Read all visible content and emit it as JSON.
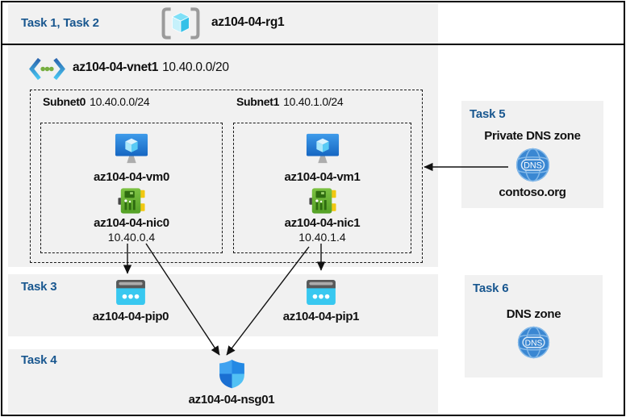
{
  "banner": {
    "tasks_label": "Task 1, Task 2",
    "resource_group_name": "az104-04-rg1"
  },
  "vnet": {
    "name": "az104-04-vnet1",
    "cidr": "10.40.0.0/20",
    "subnets": [
      {
        "name": "Subnet0",
        "cidr": "10.40.0.0/24",
        "vm_name": "az104-04-vm0",
        "nic_name": "az104-04-nic0",
        "nic_ip": "10.40.0.4"
      },
      {
        "name": "Subnet1",
        "cidr": "10.40.1.0/24",
        "vm_name": "az104-04-vm1",
        "nic_name": "az104-04-nic1",
        "nic_ip": "10.40.1.4"
      }
    ]
  },
  "task3": {
    "label": "Task 3",
    "pip0": "az104-04-pip0",
    "pip1": "az104-04-pip1"
  },
  "task4": {
    "label": "Task 4",
    "nsg_name": "az104-04-nsg01"
  },
  "task5": {
    "label": "Task 5",
    "title": "Private DNS zone",
    "zone_name": "contoso.org",
    "dns_icon_text": "DNS"
  },
  "task6": {
    "label": "Task 6",
    "title": "DNS zone",
    "dns_icon_text": "DNS"
  },
  "icons": {
    "resource_group": "brackets-cube-icon",
    "virtual_network": "angle-brackets-dots-icon",
    "virtual_machine": "monitor-cube-icon",
    "network_interface": "green-nic-card-icon",
    "public_ip": "cyan-browser-dots-icon",
    "dns_zone": "blue-globe-dns-icon",
    "network_security_group": "blue-shield-icon"
  },
  "colors": {
    "task_heading": "#19578F",
    "panel_bg": "#F1F1F1",
    "arrow": "#111111",
    "vm_blue": "#2383DC",
    "nic_green": "#5FAF2D",
    "pip_cyan": "#38C8F0",
    "dns_blue": "#3A87D2",
    "nsg_quadrants": [
      "#3FA2F0",
      "#2389E4",
      "#1A6FD2",
      "#52C1F4"
    ]
  }
}
